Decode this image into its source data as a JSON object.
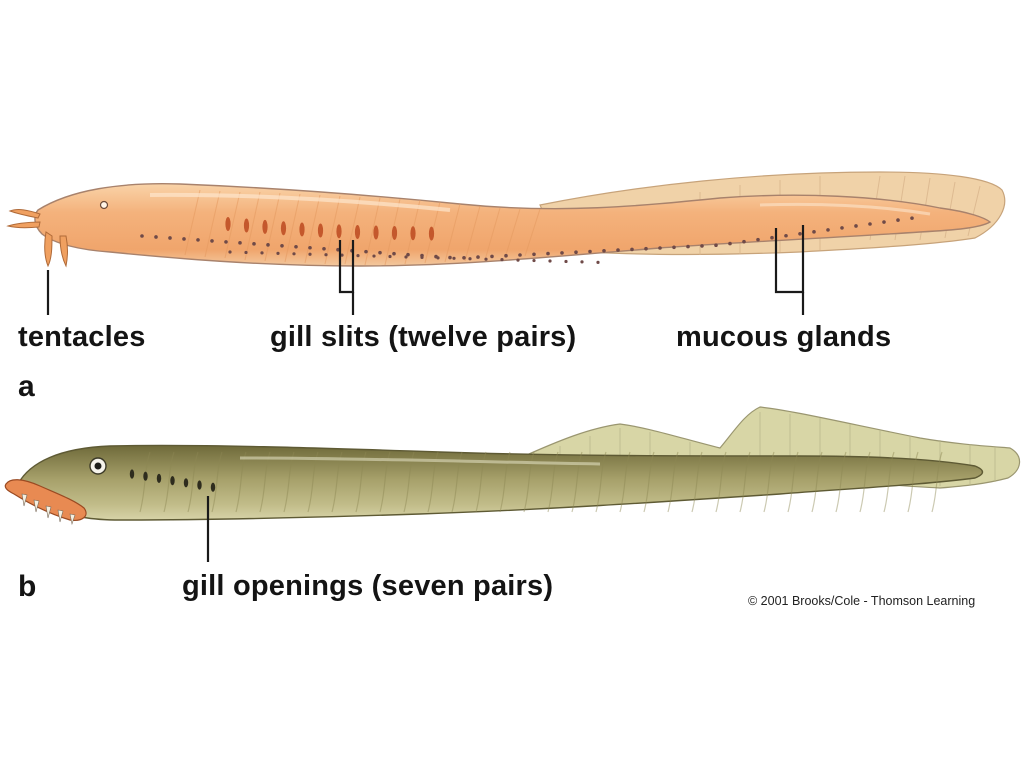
{
  "panel_a": {
    "part_letter": "a",
    "labels": {
      "tentacles": "tentacles",
      "gill_slits": "gill slits (twelve pairs)",
      "mucous_glands": "mucous glands"
    }
  },
  "panel_b": {
    "part_letter": "b",
    "labels": {
      "gill_openings": "gill openings (seven pairs)"
    }
  },
  "credit": "© 2001 Brooks/Cole - Thomson Learning",
  "colors": {
    "hagfish_body": "#f4b27c",
    "hagfish_fin": "#f0d2a8",
    "lamprey_body": "#a6a06a",
    "lamprey_fin": "#d8d6a6",
    "gill_slit": "#c4582c",
    "label_text": "#141414"
  }
}
